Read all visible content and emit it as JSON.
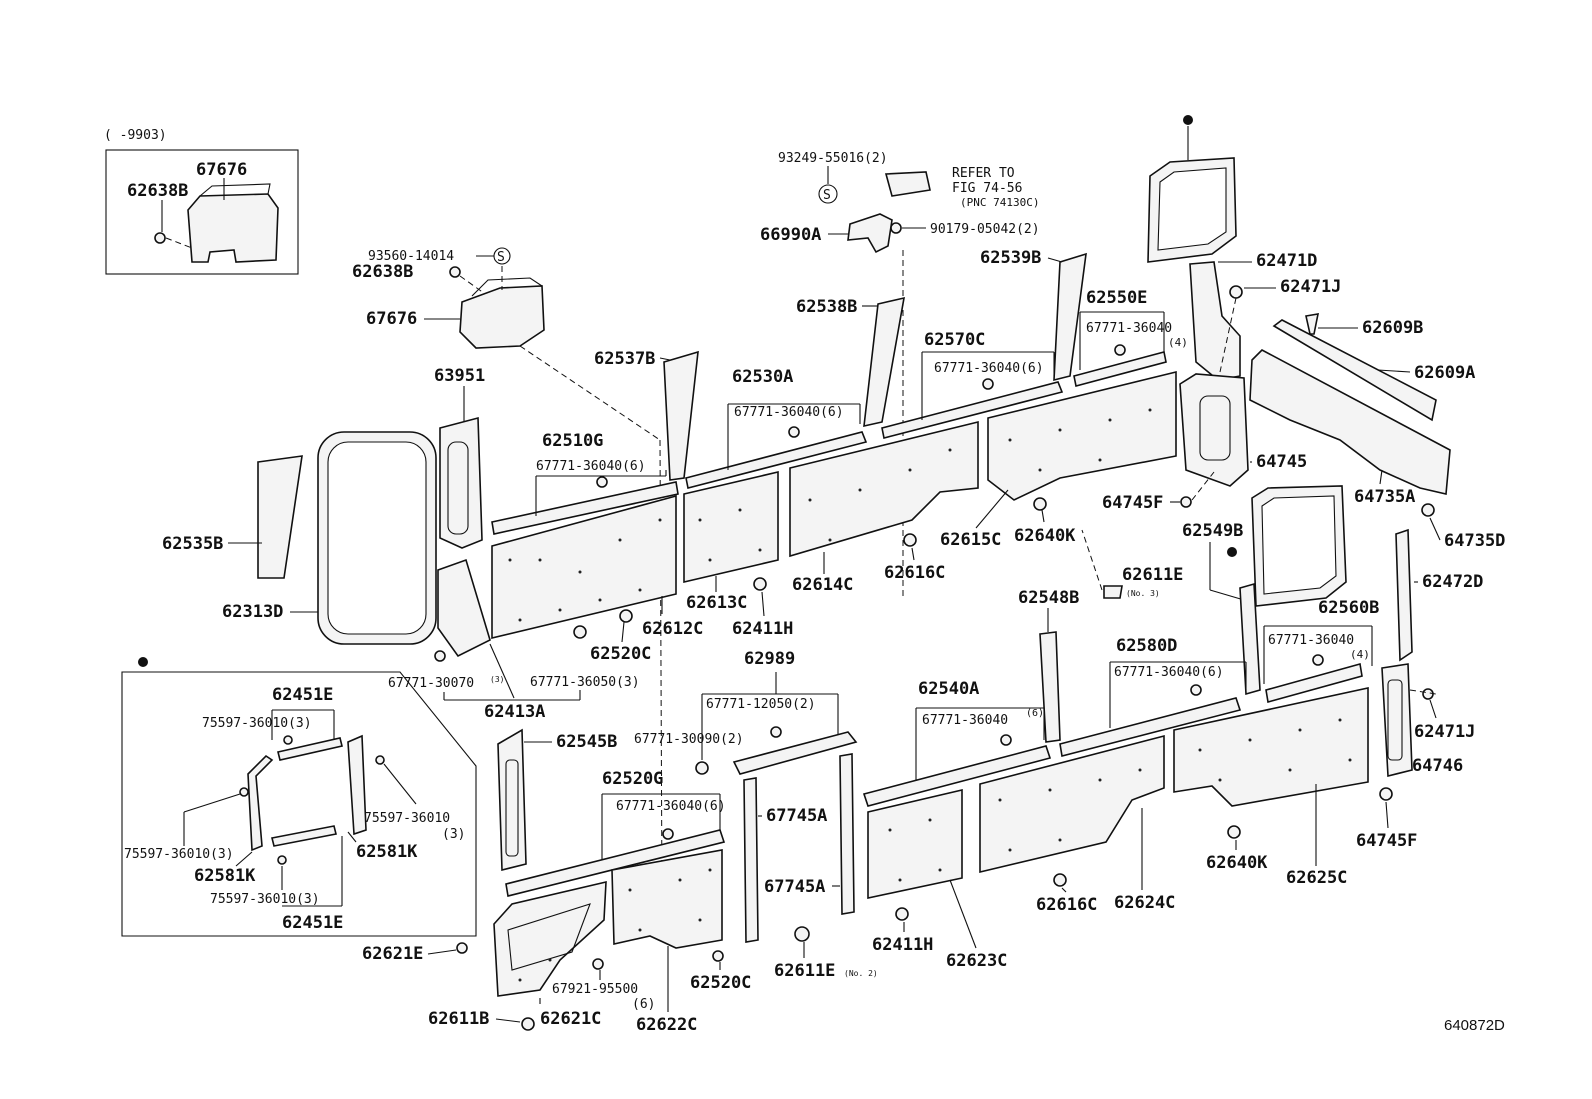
{
  "diagram_ref": "640872D",
  "inset_top": {
    "range": "(       -9903)",
    "parts": [
      "67676",
      "62638B"
    ]
  },
  "inset_lower": {
    "parts": [
      "62451E",
      "75597-36010(3)",
      "75597-36010",
      "(3)",
      "62581K",
      "75597-36010(3)",
      "62581K",
      "75597-36010(3)",
      "62451E"
    ]
  },
  "labels": {
    "p93249": "93249-55016(2)",
    "refer1": "REFER TO",
    "refer2": "FIG 74-56",
    "refer3": "(PNC 74130C)",
    "p66990A": "66990A",
    "p90179": "90179-05042(2)",
    "p93560": "93560-14014",
    "p62638B": "62638B",
    "p67676": "67676",
    "p62539B": "62539B",
    "p62538B": "62538B",
    "p62550E": "62550E",
    "p67771_4a": "67771-36040",
    "q4a": "(4)",
    "p62570C": "62570C",
    "p67771_6a": "67771-36040(6)",
    "p62537B": "62537B",
    "p62530A": "62530A",
    "p67771_6b": "67771-36040(6)",
    "p63951": "63951",
    "p62510G": "62510G",
    "p67771_6c": "67771-36040(6)",
    "p62535B": "62535B",
    "p62313D": "62313D",
    "p62471D": "62471D",
    "p62471J": "62471J",
    "p62609B": "62609B",
    "p62609A": "62609A",
    "p64745": "64745",
    "p64745F": "64745F",
    "p64735A": "64735A",
    "p64735D": "64735D",
    "p62615C": "62615C",
    "p62640K": "62640K",
    "p62549B": "62549B",
    "p62611E": "62611E",
    "no3": "(No. 3)",
    "p62472D": "62472D",
    "p62548B": "62548B",
    "p62560B": "62560B",
    "p67771_4b": "67771-36040",
    "q4b": "(4)",
    "p62614C": "62614C",
    "p62616C": "62616C",
    "p62613C": "62613C",
    "p62612C": "62612C",
    "p62411H": "62411H",
    "p62520C": "62520C",
    "p67771_3a": "67771-30070",
    "q3a": "(3)",
    "p67771_3b": "67771-36050(3)",
    "p62413A": "62413A",
    "p62989": "62989",
    "p67771_12": "67771-12050(2)",
    "p67771_309": "67771-30090(2)",
    "p62580D": "62580D",
    "p67771_6d": "67771-36040(6)",
    "p62540A": "62540A",
    "p67771_6e": "67771-36040",
    "q6e": "(6)",
    "p62471J2": "62471J",
    "p64746": "64746",
    "p62545B": "62545B",
    "p62520G": "62520G",
    "p67771_6f": "67771-36040(6)",
    "p67745A1": "67745A",
    "p67745A2": "67745A",
    "p64745F2": "64745F",
    "p62640K2": "62640K",
    "p62625C": "62625C",
    "p62616C2": "62616C",
    "p62624C": "62624C",
    "p62411H2": "62411H",
    "p62623C": "62623C",
    "p62611E2": "62611E",
    "no2": "(No. 2)",
    "p62520C2": "62520C",
    "p67921": "67921-95500",
    "q6g": "(6)",
    "p62622C": "62622C",
    "p62621E": "62621E",
    "p62611B": "62611B",
    "p62621C": "62621C"
  }
}
